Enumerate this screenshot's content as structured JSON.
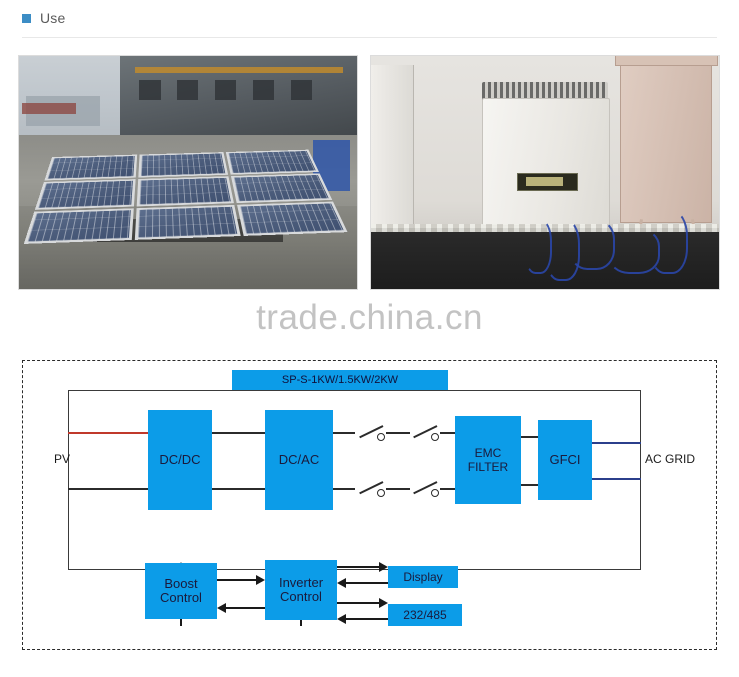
{
  "header": {
    "title": "Use",
    "bullet_color": "#3c8dc5"
  },
  "photos": [
    {
      "name": "rooftop-solar-array",
      "caption": "Rooftop polycrystalline solar panel array (3x3)"
    },
    {
      "name": "wall-mounted-inverter",
      "caption": "Wall-mounted grid-tie inverter installation"
    }
  ],
  "watermark": {
    "text": "trade.china.cn",
    "color": "#c3c3c3"
  },
  "diagram": {
    "title_label": "SP-S-1KW/1.5KW/2KW",
    "accent_color": "#0c9ce8",
    "input_label": "PV",
    "output_label": "AC GRID",
    "blocks": {
      "dcdc": "DC/DC",
      "dcac": "DC/AC",
      "emc": "EMC\nFILTER",
      "gfci": "GFCI",
      "boost": "Boost\nControl",
      "inverter": "Inverter\nControl",
      "display": "Display",
      "comm": "232/485"
    },
    "wire_colors": {
      "pv_positive": "#c0392b",
      "pv_negative": "#2b2b2b",
      "ac_output": "#2b3f8c"
    },
    "switch_count": 4
  }
}
